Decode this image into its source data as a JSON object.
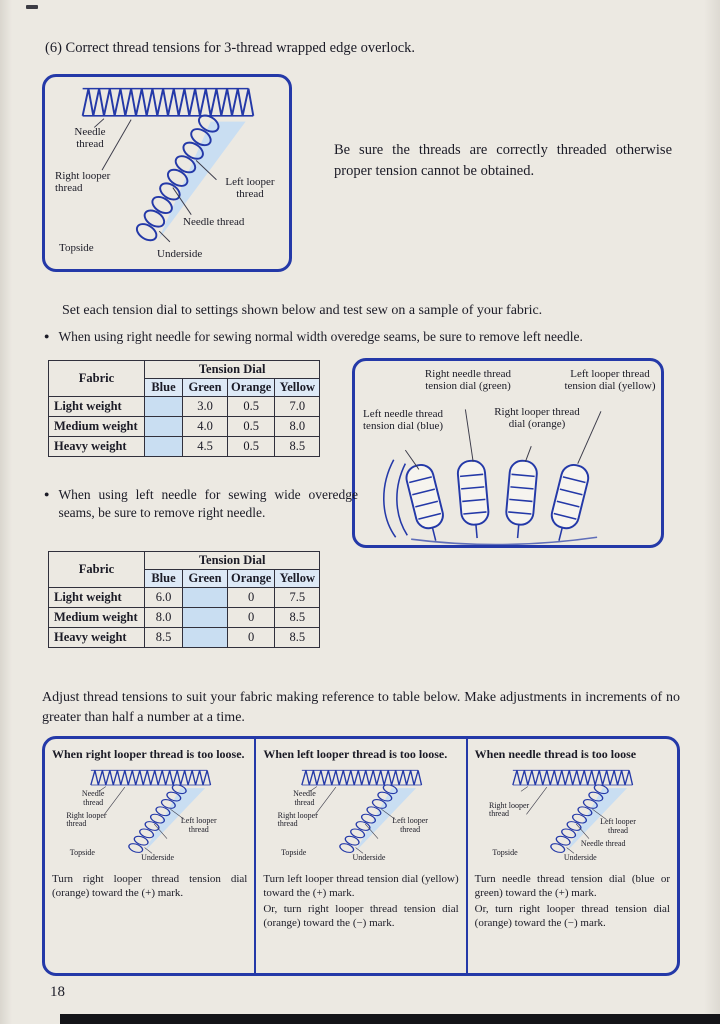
{
  "page": {
    "number": "18",
    "bullet": "●",
    "heading": "(6)  Correct thread tensions for 3-thread wrapped edge overlock.",
    "threading_note": "Be sure the threads are correctly threaded otherwise proper tension cannot be obtained.",
    "set_dials_text": "Set each tension dial to settings shown below and test sew on a sample of your fabric.",
    "bullet_right_needle": "When using right needle for sewing normal width overedge seams, be sure to remove left needle.",
    "bullet_left_needle": "When using left needle for sewing wide overedge seams, be sure to remove right needle.",
    "adjust_text": "Adjust thread tensions to suit your fabric making reference to table below. Make adjustments in increments of no greater than half a number at a time."
  },
  "stitch_labels": {
    "needle_thread": "Needle thread",
    "right_looper_thread": "Right looper thread",
    "left_looper_thread": "Left looper thread",
    "needle_thread2": "Needle thread",
    "topside": "Topside",
    "underside": "Underside"
  },
  "dial_labels": {
    "right_needle": "Right needle thread tension dial (green)",
    "left_looper": "Left looper thread tension dial (yellow)",
    "left_needle": "Left needle thread tension dial (blue)",
    "right_looper": "Right looper thread dial (orange)"
  },
  "table_right_needle": {
    "fabric_header": "Fabric",
    "tension_header": "Tension Dial",
    "dials": [
      "Blue",
      "Green",
      "Orange",
      "Yellow"
    ],
    "rows": [
      {
        "fabric": "Light weight",
        "blue": "",
        "green": "3.0",
        "orange": "0.5",
        "yellow": "7.0"
      },
      {
        "fabric": "Medium weight",
        "blue": "",
        "green": "4.0",
        "orange": "0.5",
        "yellow": "8.0"
      },
      {
        "fabric": "Heavy weight",
        "blue": "",
        "green": "4.5",
        "orange": "0.5",
        "yellow": "8.5"
      }
    ]
  },
  "table_left_needle": {
    "fabric_header": "Fabric",
    "tension_header": "Tension Dial",
    "dials": [
      "Blue",
      "Green",
      "Orange",
      "Yellow"
    ],
    "rows": [
      {
        "fabric": "Light weight",
        "blue": "6.0",
        "green": "",
        "orange": "0",
        "yellow": "7.5"
      },
      {
        "fabric": "Medium weight",
        "blue": "8.0",
        "green": "",
        "orange": "0",
        "yellow": "8.5"
      },
      {
        "fabric": "Heavy weight",
        "blue": "8.5",
        "green": "",
        "orange": "0",
        "yellow": "8.5"
      }
    ]
  },
  "troubleshoot": {
    "columns": [
      {
        "title": "When right looper thread is too loose.",
        "labels": {
          "needle_thread": "Needle thread",
          "right_looper_thread": "Right looper thread",
          "left_looper_thread": "Left looper thread",
          "topside": "Topside",
          "underside": "Underside"
        },
        "instructions": [
          "Turn right looper thread tension dial (orange) toward the (+) mark."
        ]
      },
      {
        "title": "When left looper thread is too loose.",
        "labels": {
          "needle_thread": "Needle thread",
          "right_looper_thread": "Right looper thread",
          "left_looper_thread": "Left looper thread",
          "topside": "Topside",
          "underside": "Underside"
        },
        "instructions": [
          "Turn left looper thread tension dial (yellow) toward the (+) mark.",
          "Or, turn right looper thread tension dial (orange) toward the (−) mark."
        ]
      },
      {
        "title": "When needle thread is too loose",
        "labels": {
          "right_looper_thread": "Right looper thread",
          "left_looper_thread": "Left looper thread",
          "needle_thread": "Needle thread",
          "topside": "Topside",
          "underside": "Underside"
        },
        "instructions": [
          "Turn needle thread tension dial (blue or green) toward the (+) mark.",
          "Or, turn right looper thread tension dial (orange) toward the (−) mark."
        ]
      }
    ]
  },
  "colors": {
    "diagram_blue": "#2439a8",
    "shade_blue": "#c9def2",
    "ink": "#1b1b26",
    "paper": "#ece9e2"
  }
}
